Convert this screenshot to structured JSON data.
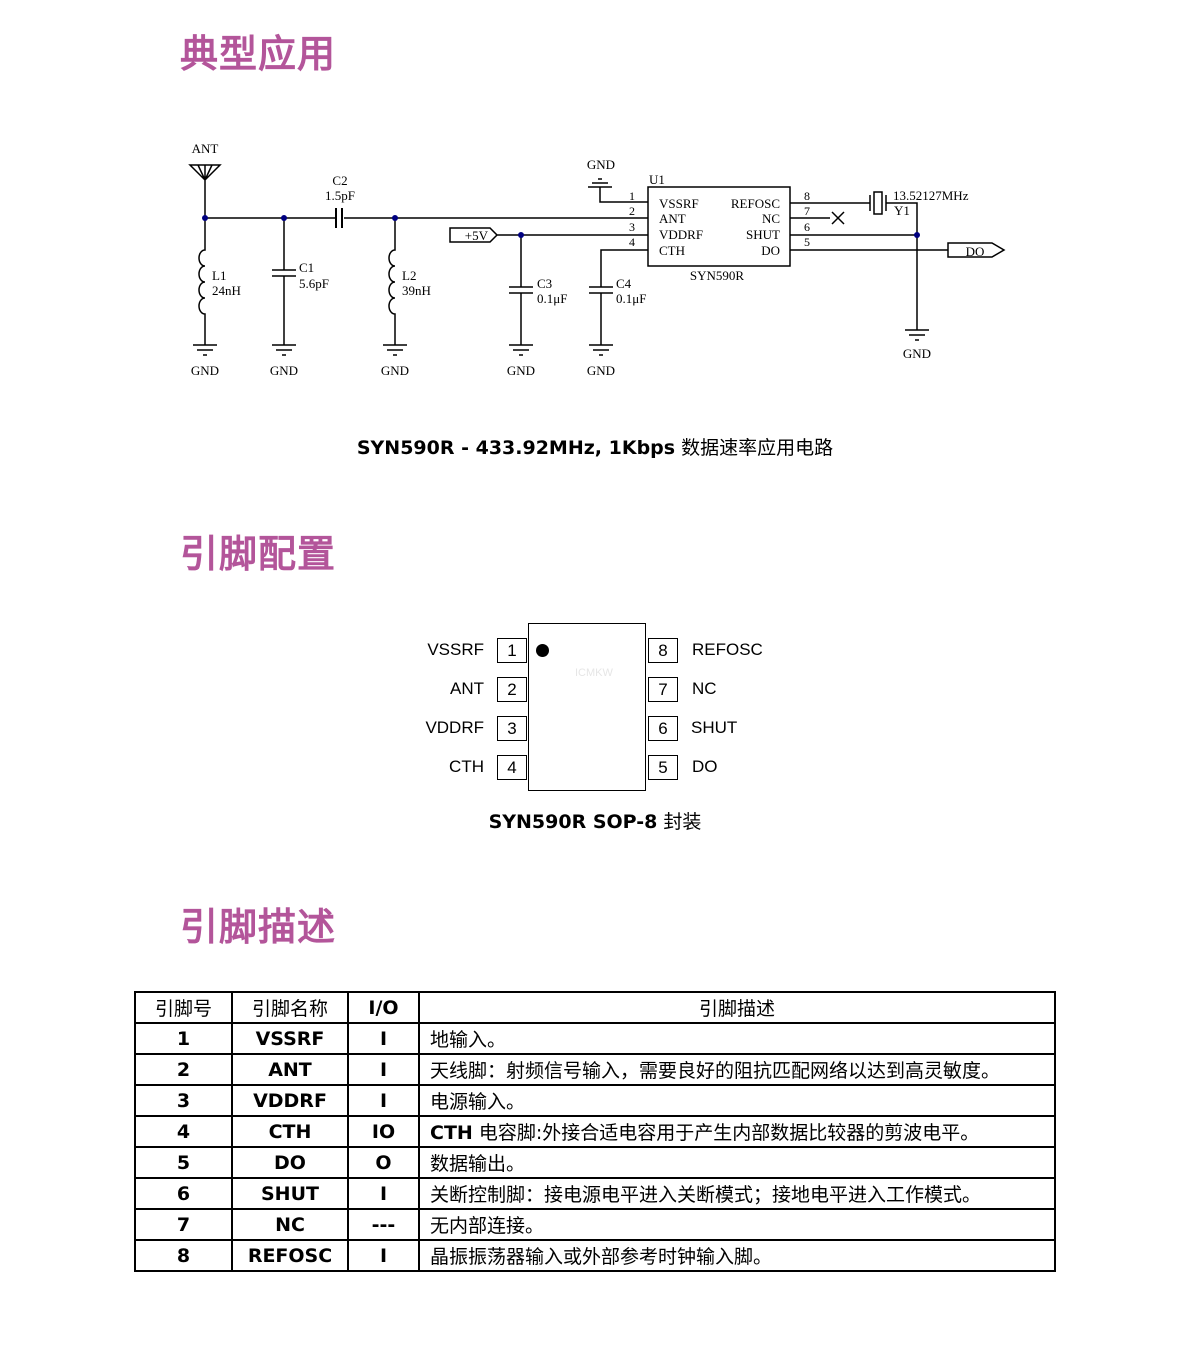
{
  "sections": {
    "app": "典型应用",
    "pins": "引脚配置",
    "desc": "引脚描述"
  },
  "schematic": {
    "ant": "ANT",
    "gnd": "GND",
    "c2": "C2",
    "c2v": "1.5pF",
    "c1": "C1",
    "c1v": "5.6pF",
    "l1": "L1",
    "l1v": "24nH",
    "l2": "L2",
    "l2v": "39nH",
    "vcc": "+5V",
    "c3": "C3",
    "c3v": "0.1μF",
    "c4": "C4",
    "c4v": "0.1μF",
    "u1": "U1",
    "chip": "SYN590R",
    "left_pins": [
      {
        "num": "1",
        "name": "VSSRF"
      },
      {
        "num": "2",
        "name": "ANT"
      },
      {
        "num": "3",
        "name": "VDDRF"
      },
      {
        "num": "4",
        "name": "CTH"
      }
    ],
    "right_pins": [
      {
        "num": "8",
        "name": "REFOSC"
      },
      {
        "num": "7",
        "name": "NC"
      },
      {
        "num": "6",
        "name": "SHUT"
      },
      {
        "num": "5",
        "name": "DO"
      }
    ],
    "xtal": "13.52127MHz",
    "y1": "Y1",
    "do": "DO"
  },
  "caption1": {
    "bold": "SYN590R - 433.92MHz, 1Kbps",
    "text": " 数据速率应用电路"
  },
  "pinout": {
    "watermark": "ICMKW",
    "left": [
      {
        "num": "1",
        "name": "VSSRF"
      },
      {
        "num": "2",
        "name": "ANT"
      },
      {
        "num": "3",
        "name": "VDDRF"
      },
      {
        "num": "4",
        "name": "CTH"
      }
    ],
    "right": [
      {
        "num": "8",
        "name": "REFOSC"
      },
      {
        "num": "7",
        "name": "NC"
      },
      {
        "num": "6",
        "name": "SHUT"
      },
      {
        "num": "5",
        "name": "DO"
      }
    ]
  },
  "caption2": {
    "bold": "SYN590R SOP-8",
    "text": " 封装"
  },
  "table": {
    "headers": [
      "引脚号",
      "引脚名称",
      "I/O",
      "引脚描述"
    ],
    "rows": [
      {
        "num": "1",
        "name": "VSSRF",
        "io": "I",
        "desc": "地输入。"
      },
      {
        "num": "2",
        "name": "ANT",
        "io": "I",
        "desc": "天线脚：射频信号输入，需要良好的阻抗匹配网络以达到高灵敏度。"
      },
      {
        "num": "3",
        "name": "VDDRF",
        "io": "I",
        "desc": "电源输入。"
      },
      {
        "num": "4",
        "name": "CTH",
        "io": "IO",
        "desc_bold": "CTH",
        "desc": " 电容脚:外接合适电容用于产生内部数据比较器的剪波电平。"
      },
      {
        "num": "5",
        "name": "DO",
        "io": "O",
        "desc": "数据输出。"
      },
      {
        "num": "6",
        "name": "SHUT",
        "io": "I",
        "desc": "关断控制脚：接电源电平进入关断模式；接地电平进入工作模式。"
      },
      {
        "num": "7",
        "name": "NC",
        "io": "---",
        "desc": "无内部连接。"
      },
      {
        "num": "8",
        "name": "REFOSC",
        "io": "I",
        "desc": "晶振振荡器输入或外部参考时钟输入脚。"
      }
    ]
  },
  "colors": {
    "accent": "#b3559a",
    "junction": "#000080"
  }
}
